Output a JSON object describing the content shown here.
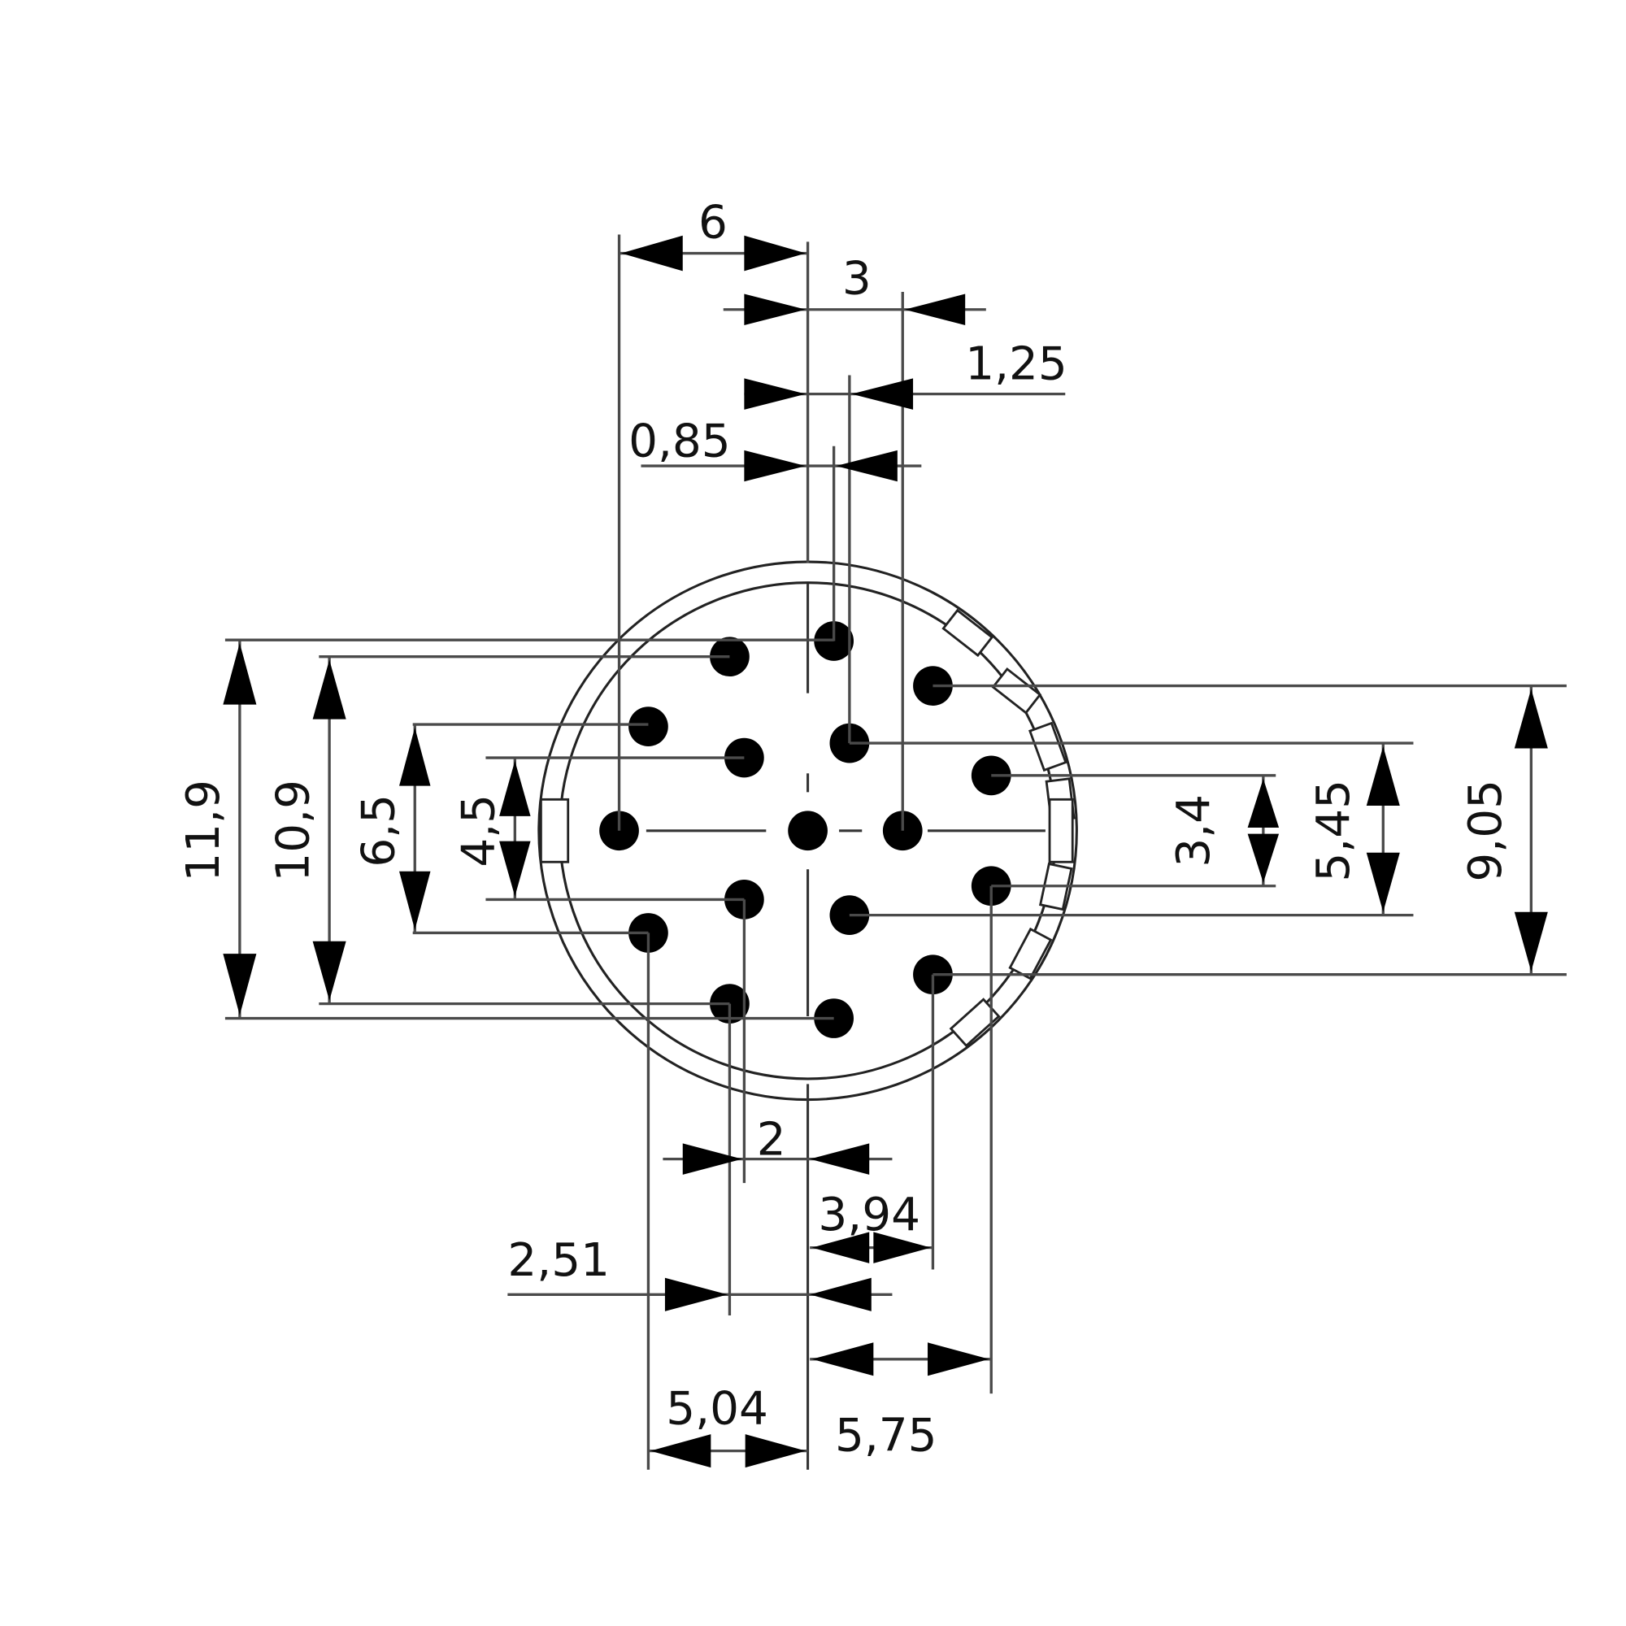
{
  "drawing": {
    "type": "connector pin layout dimension drawing",
    "pin_count": 17,
    "line_color": "#4a4a4a",
    "pin_color": "#000000"
  },
  "dimensions": {
    "top": {
      "d6": "6",
      "d3": "3",
      "d125": "1,25",
      "d085": "0,85"
    },
    "left": {
      "d119": "11,9",
      "d109": "10,9",
      "d65": "6,5",
      "d45": "4,5"
    },
    "right": {
      "d34": "3,4",
      "d545": "5,45",
      "d905": "9,05"
    },
    "bottom": {
      "d2": "2",
      "d394": "3,94",
      "d251": "2,51",
      "d504": "5,04",
      "d575": "5,75"
    }
  },
  "chart_data": {
    "type": "diagram",
    "title": "",
    "units": "mm",
    "description": "17-pin circular connector face with coding tabs and dimension callouts",
    "horizontal_dims": [
      {
        "label": "6",
        "value": 6.0
      },
      {
        "label": "3",
        "value": 3.0
      },
      {
        "label": "1,25",
        "value": 1.25
      },
      {
        "label": "0,85",
        "value": 0.85
      },
      {
        "label": "2",
        "value": 2.0
      },
      {
        "label": "3,94",
        "value": 3.94
      },
      {
        "label": "2,51",
        "value": 2.51
      },
      {
        "label": "5,04",
        "value": 5.04
      },
      {
        "label": "5,75",
        "value": 5.75
      }
    ],
    "vertical_dims": [
      {
        "label": "11,9",
        "value": 11.9
      },
      {
        "label": "10,9",
        "value": 10.9
      },
      {
        "label": "6,5",
        "value": 6.5
      },
      {
        "label": "4,5",
        "value": 4.5
      },
      {
        "label": "3,4",
        "value": 3.4
      },
      {
        "label": "5,45",
        "value": 5.45
      },
      {
        "label": "9,05",
        "value": 9.05
      }
    ]
  }
}
